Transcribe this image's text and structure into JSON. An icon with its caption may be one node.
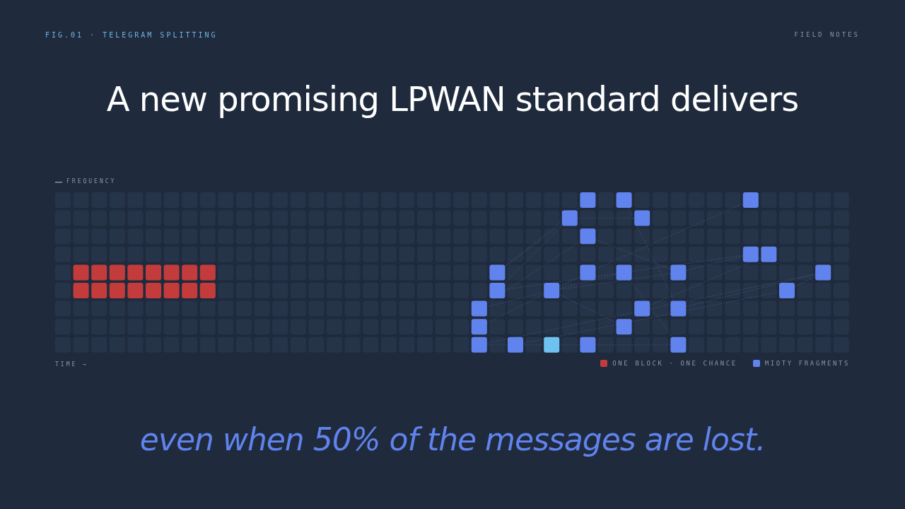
{
  "diagram": {
    "title": "A new promising LPWAN standard delivers",
    "caption": "even when 50% of the messages are lost.",
    "labels": [
      "FIG.01 · TELEGRAM SPLITTING",
      "FIELD NOTES",
      "FREQUENCY",
      "TIME →"
    ],
    "legend": [
      {
        "text": "ONE BLOCK · ONE CHANCE",
        "color": "#c33b3b"
      },
      {
        "text": "MIOTY FRAGMENTS",
        "color": "#6083ee"
      }
    ]
  }
}
